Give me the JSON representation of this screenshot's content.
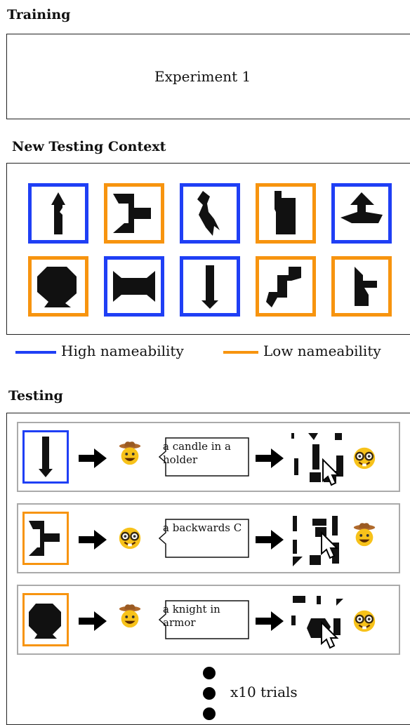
{
  "sections": {
    "training": "Training",
    "new_context": "New Testing Context",
    "testing": "Testing"
  },
  "training_box_label": "Experiment 1",
  "legend": {
    "high": "High nameability",
    "low": "Low nameability",
    "high_color": "#1f3ff5",
    "low_color": "#f7940f"
  },
  "context_tiles": [
    {
      "nameability": "high",
      "shape": "arrow-up-tangram"
    },
    {
      "nameability": "low",
      "shape": "backwards-c-tangram"
    },
    {
      "nameability": "high",
      "shape": "bird-tangram"
    },
    {
      "nameability": "low",
      "shape": "block-tangram"
    },
    {
      "nameability": "high",
      "shape": "boat-tangram"
    },
    {
      "nameability": "low",
      "shape": "knight-tangram"
    },
    {
      "nameability": "high",
      "shape": "table-tangram"
    },
    {
      "nameability": "high",
      "shape": "candle-tangram"
    },
    {
      "nameability": "low",
      "shape": "step-tangram"
    },
    {
      "nameability": "low",
      "shape": "flag-tangram"
    }
  ],
  "trials": [
    {
      "speaker": "cowboy-emoji",
      "utterance": "a candle in a holder",
      "listener": "nerd-emoji",
      "tile_nameability": "high"
    },
    {
      "speaker": "nerd-emoji",
      "utterance": "a backwards C",
      "listener": "cowboy-emoji",
      "tile_nameability": "low"
    },
    {
      "speaker": "cowboy-emoji",
      "utterance": "a knight in armor",
      "listener": "nerd-emoji",
      "tile_nameability": "low"
    }
  ],
  "trials_count": "x10 trials"
}
